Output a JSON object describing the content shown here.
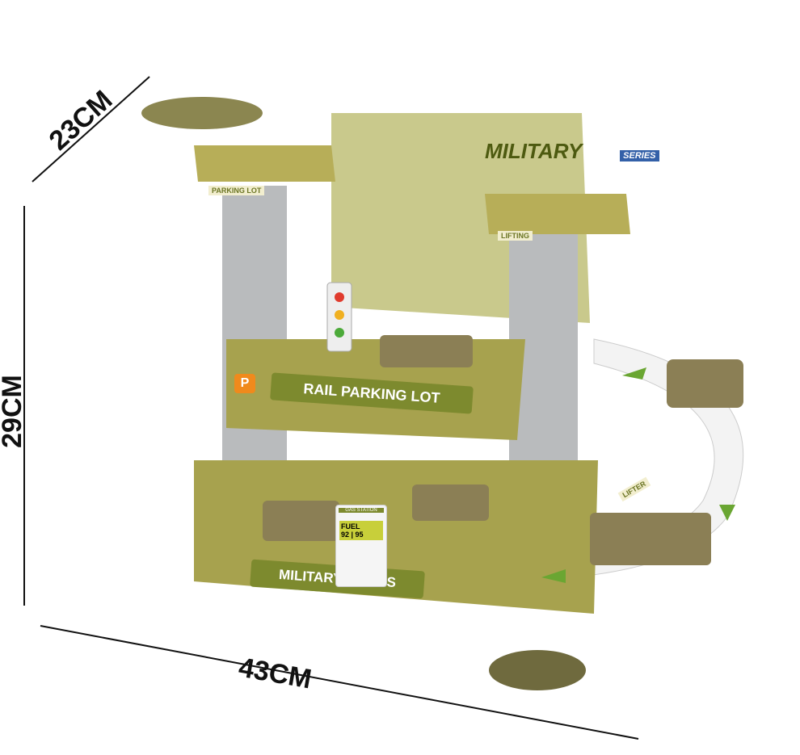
{
  "dimensions": {
    "depth": "23CM",
    "height": "29CM",
    "width": "43CM"
  },
  "logo": {
    "main": "MILITARY",
    "sub": "SERIES"
  },
  "signs": {
    "parking_lot": "PARKING LOT",
    "lifting": "LIFTING",
    "rail_parking_lot": "RAIL PARKING LOT",
    "military_series": "MILITARY SERIES",
    "lifter": "LIFTER",
    "gas_station": "GAS STATION",
    "fuel": "FUEL",
    "fuel_92": "92",
    "fuel_95": "95",
    "p": "P"
  },
  "colors": {
    "olive": "#7d8a2e",
    "khaki": "#b7ae58",
    "grey": "#b9bbbd",
    "orange": "#f08a1c",
    "green_arrow": "#6aa632"
  }
}
